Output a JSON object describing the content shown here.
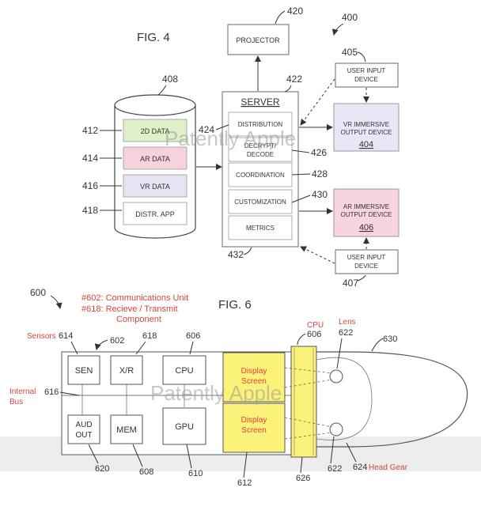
{
  "fig4": {
    "title": "FIG. 4",
    "ref_400": "400",
    "database": {
      "ref": "408",
      "rows": [
        {
          "ref": "412",
          "label": "2D DATA",
          "color": "#e0f0c8"
        },
        {
          "ref": "414",
          "label": "AR DATA",
          "color": "#f6d2dc"
        },
        {
          "ref": "416",
          "label": "VR DATA",
          "color": "#e6e4f3"
        },
        {
          "ref": "418",
          "label": "DISTR. APP",
          "color": "#ffffff"
        }
      ]
    },
    "projector": {
      "ref": "420",
      "label": "PROJECTOR"
    },
    "server": {
      "ref": "422",
      "ref_bottom": "432",
      "title": "SERVER",
      "modules": [
        {
          "label": "DISTRIBUTION",
          "ref": "424"
        },
        {
          "label": "DECRYPT/ DECODE",
          "ref": "426"
        },
        {
          "label": "COORDINATION",
          "ref": "428"
        },
        {
          "label": "CUSTOMIZATION",
          "ref": "430"
        },
        {
          "label": "METRICS",
          "ref": ""
        }
      ]
    },
    "vr_device": {
      "ref": "404",
      "label": "VR IMMERSIVE OUTPUT DEVICE",
      "color": "#e9e6f6"
    },
    "ar_device": {
      "ref": "406",
      "label": "AR IMMERSIVE OUTPUT DEVICE",
      "color": "#f8d3e0"
    },
    "user_input_top": {
      "ref": "405",
      "label": "USER INPUT DEVICE"
    },
    "user_input_bottom": {
      "ref": "407",
      "label": "USER INPUT DEVICE"
    }
  },
  "fig6": {
    "title": "FIG. 6",
    "ref_600": "600",
    "notes": [
      "#602: Communications Unit",
      "#618: Recieve / Transmit Component"
    ],
    "labels": {
      "sensors": "Sensors",
      "internal_bus": "Internal Bus",
      "cpu": "CPU",
      "lens": "Lens",
      "head_gear": "Head Gear"
    },
    "boxes": {
      "sen": "SEN",
      "xr": "X/R",
      "cpu": "CPU",
      "aud": "AUD OUT",
      "mem": "MEM",
      "gpu": "GPU",
      "display_top": "Display Screen",
      "display_bottom": "Display Screen"
    },
    "refs": {
      "r614": "614",
      "r602": "602",
      "r618": "618",
      "r606a": "606",
      "r606b": "606",
      "r622a": "622",
      "r630": "630",
      "r616": "616",
      "r620": "620",
      "r608": "608",
      "r610": "610",
      "r612": "612",
      "r626": "626",
      "r622b": "622",
      "r624": "624"
    },
    "colors": {
      "display": "#fbf27a",
      "annotation": "#d9443f"
    }
  },
  "watermark": "Patently Apple"
}
